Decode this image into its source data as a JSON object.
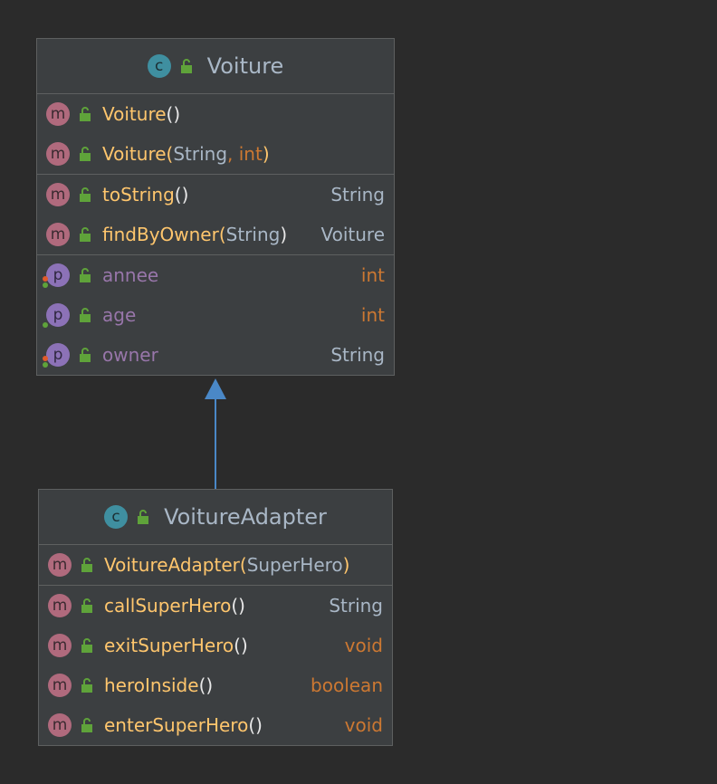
{
  "classes": [
    {
      "name": "Voiture",
      "badge": "c",
      "constructors": [
        {
          "name": "Voiture",
          "open": "(",
          "params": "",
          "sep": "",
          "kw_param": "",
          "close": ")"
        },
        {
          "name": "Voiture",
          "open": "(",
          "params": "String",
          "sep": ",",
          "kw_param": "int",
          "close": ")"
        }
      ],
      "methods": [
        {
          "name": "toString",
          "open": "(",
          "params": "",
          "close": ")",
          "returns": "String"
        },
        {
          "name": "findByOwner",
          "open": "(",
          "params": "String",
          "close": ")",
          "returns": "Voiture"
        }
      ],
      "properties": [
        {
          "name": "annee",
          "type": "int"
        },
        {
          "name": "age",
          "type": "int"
        },
        {
          "name": "owner",
          "type": "String"
        }
      ]
    },
    {
      "name": "VoitureAdapter",
      "badge": "c",
      "constructors": [
        {
          "name": "VoitureAdapter",
          "open": "(",
          "params": "SuperHero",
          "close": ")"
        }
      ],
      "methods": [
        {
          "name": "callSuperHero",
          "open": "(",
          "params": "",
          "close": ")",
          "returns": "String"
        },
        {
          "name": "exitSuperHero",
          "open": "(",
          "params": "",
          "close": ")",
          "returns": "void"
        },
        {
          "name": "heroInside",
          "open": "(",
          "params": "",
          "close": ")",
          "returns": "boolean"
        },
        {
          "name": "enterSuperHero",
          "open": "(",
          "params": "",
          "close": ")",
          "returns": "void"
        }
      ]
    }
  ],
  "badges": {
    "method": "m",
    "property": "p",
    "class": "c"
  },
  "relation": {
    "type": "inheritance",
    "from": "VoitureAdapter",
    "to": "Voiture"
  },
  "colors": {
    "background": "#2b2b2b",
    "box": "#3c3f41",
    "method_name": "#ffc66d",
    "property_name": "#9876aa",
    "keyword_type": "#cc7832",
    "type": "#a9b7c6",
    "arrow": "#4a88c7"
  }
}
